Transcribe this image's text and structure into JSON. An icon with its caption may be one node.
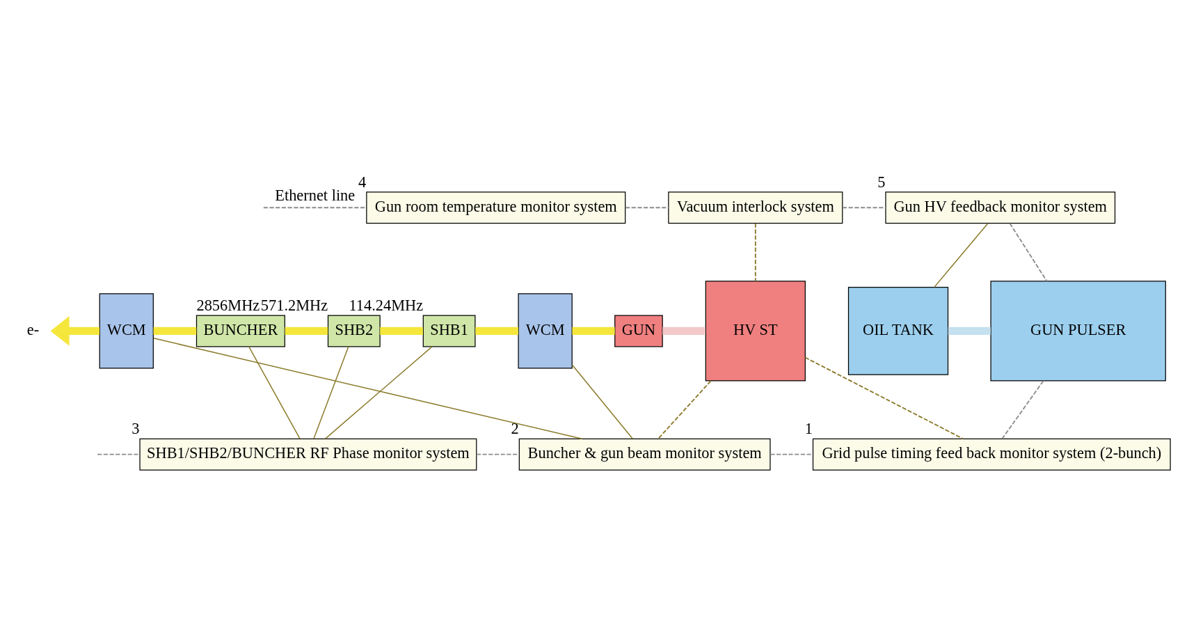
{
  "diagram": {
    "nodes": [
      {
        "text": [
          "Gun room temperature monitor system"
        ],
        "beside": [
          "4"
        ]
      },
      {
        "text": [
          "Vacuum interlock system"
        ]
      },
      {
        "text": [
          "Gun HV feedback monitor system"
        ],
        "beside": [
          "5"
        ]
      },
      {
        "text": [
          "e-"
        ]
      },
      {
        "text": [
          "WCM"
        ]
      },
      {
        "text": [
          "BUNCHER"
        ],
        "beside": [
          "2856MHz"
        ]
      },
      {
        "text": [
          "SHB2"
        ],
        "beside": [
          "571.2MHz"
        ]
      },
      {
        "text": [
          "SHB1"
        ],
        "beside": [
          "114.24MHz"
        ]
      },
      {
        "text": [
          "WCM"
        ]
      },
      {
        "text": [
          "GUN"
        ]
      },
      {
        "text": [
          "OIL TANK"
        ]
      },
      {
        "text": [
          "HV ST"
        ]
      },
      {
        "text": [
          "GUN PULSER"
        ]
      },
      {
        "text": [
          "SHB1/SHB2/BUNCHER RF Phase monitor system"
        ],
        "beside": [
          "3"
        ]
      },
      {
        "text": [
          "Buncher & gun beam monitor system"
        ],
        "beside": [
          "2"
        ]
      },
      {
        "text": [
          "Grid pulse timing feed back monitor system (2-bunch)"
        ],
        "beside": [
          "1"
        ]
      }
    ],
    "edges": [
      {
        "from": null,
        "to": 0,
        "arrow": "none",
        "label": "Ethernet line",
        "style": "dashed",
        "color": "#8c8c8c"
      },
      {
        "from": 0,
        "to": 1,
        "arrow": "none",
        "style": "dashed",
        "color": "#8c8c8c"
      },
      {
        "from": 1,
        "to": 2,
        "arrow": "none",
        "style": "dashed",
        "color": "#8c8c8c"
      },
      {
        "from": 2,
        "to": 12,
        "arrow": "none",
        "style": "dashed",
        "color": "#8c8c8c"
      },
      {
        "from": 12,
        "to": 15,
        "arrow": "none",
        "style": "dashed",
        "color": "#8c8c8c"
      },
      {
        "from": null,
        "to": 13,
        "arrow": "none",
        "style": "dashed",
        "color": "#8c8c8c"
      },
      {
        "from": 13,
        "to": 14,
        "arrow": "none",
        "style": "dashed",
        "color": "#8c8c8c"
      },
      {
        "from": 14,
        "to": 15,
        "arrow": "none",
        "style": "dashed",
        "color": "#8c8c8c"
      },
      {
        "from": 4,
        "to": 3,
        "arrow": "to",
        "style": "thick",
        "color": "#f5e63c"
      },
      {
        "from": 5,
        "to": 4,
        "arrow": "none",
        "style": "thick",
        "color": "#f5e63c"
      },
      {
        "from": 6,
        "to": 5,
        "arrow": "none",
        "style": "thick",
        "color": "#f5e63c"
      },
      {
        "from": 7,
        "to": 6,
        "arrow": "none",
        "style": "thick",
        "color": "#f5e63c"
      },
      {
        "from": 8,
        "to": 7,
        "arrow": "none",
        "style": "thick",
        "color": "#f5e63c"
      },
      {
        "from": 9,
        "to": 8,
        "arrow": "none",
        "style": "thick",
        "color": "#f5e63c"
      },
      {
        "from": 9,
        "to": 11,
        "arrow": "none",
        "style": "thick",
        "color": "#f2c8c8"
      },
      {
        "from": 10,
        "to": 12,
        "arrow": "none",
        "style": "thick",
        "color": "#c5e0ee"
      },
      {
        "from": 2,
        "to": 10,
        "arrow": "none"
      },
      {
        "from": 1,
        "to": 11,
        "arrow": "none",
        "style": "dashed"
      },
      {
        "from": 5,
        "to": 13,
        "arrow": "none"
      },
      {
        "from": 6,
        "to": 13,
        "arrow": "none"
      },
      {
        "from": 7,
        "to": 13,
        "arrow": "none"
      },
      {
        "from": 4,
        "to": 14,
        "arrow": "none"
      },
      {
        "from": 8,
        "to": 14,
        "arrow": "none"
      },
      {
        "from": 11,
        "to": 14,
        "arrow": "none",
        "style": "dashed"
      },
      {
        "from": 11,
        "to": 15,
        "arrow": "none",
        "style": "dashed"
      }
    ]
  }
}
